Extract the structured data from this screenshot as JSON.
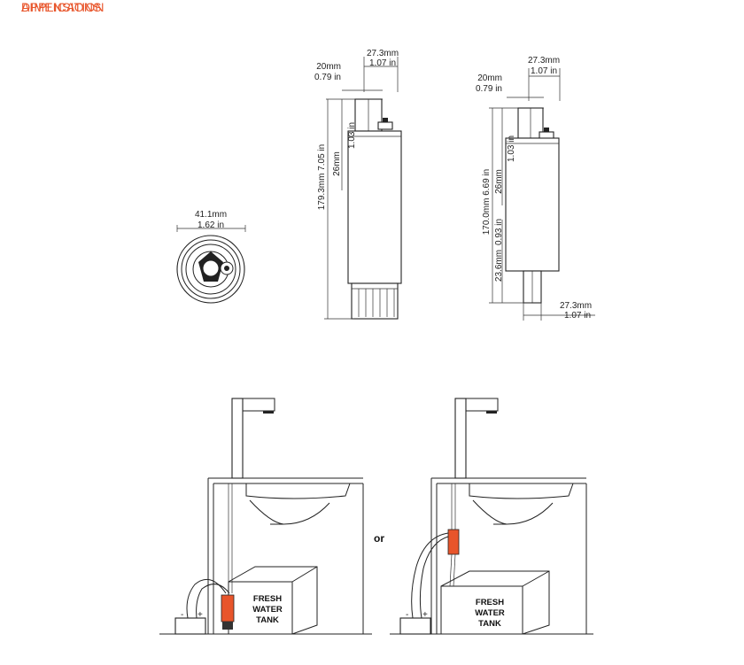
{
  "sections": {
    "dimensions_title": "DIMENSIONS",
    "application_title": "APPLICATION"
  },
  "top_view": {
    "width_mm": "41.1mm",
    "width_in": "1.62 in"
  },
  "side_view_1": {
    "outlet_mm": "27.3mm",
    "outlet_in": "1.07 in",
    "neck_mm": "20mm",
    "neck_in": "0.79 in",
    "height_mm": "179.3mm",
    "height_in": "7.05 in",
    "top_mm": "26mm",
    "top_in": "1.03 in"
  },
  "side_view_2": {
    "outlet_mm": "27.3mm",
    "outlet_in": "1.07 in",
    "neck_mm": "20mm",
    "neck_in": "0.79 in",
    "height_mm": "170.0mm",
    "height_in": "6.69 in",
    "top_mm": "26mm",
    "top_in": "1.03 in",
    "bottom_mm": "23.6mm",
    "bottom_in": "0.93 in",
    "inlet_mm": "27.3mm",
    "inlet_in": "1.07 in"
  },
  "application": {
    "or_label": "or",
    "tank_left": [
      "FRESH",
      "WATER",
      "TANK"
    ],
    "tank_right": [
      "FRESH",
      "WATER",
      "TANK"
    ],
    "pump_color": "#e8552b",
    "battery_plus": "+",
    "battery_minus": "-"
  }
}
